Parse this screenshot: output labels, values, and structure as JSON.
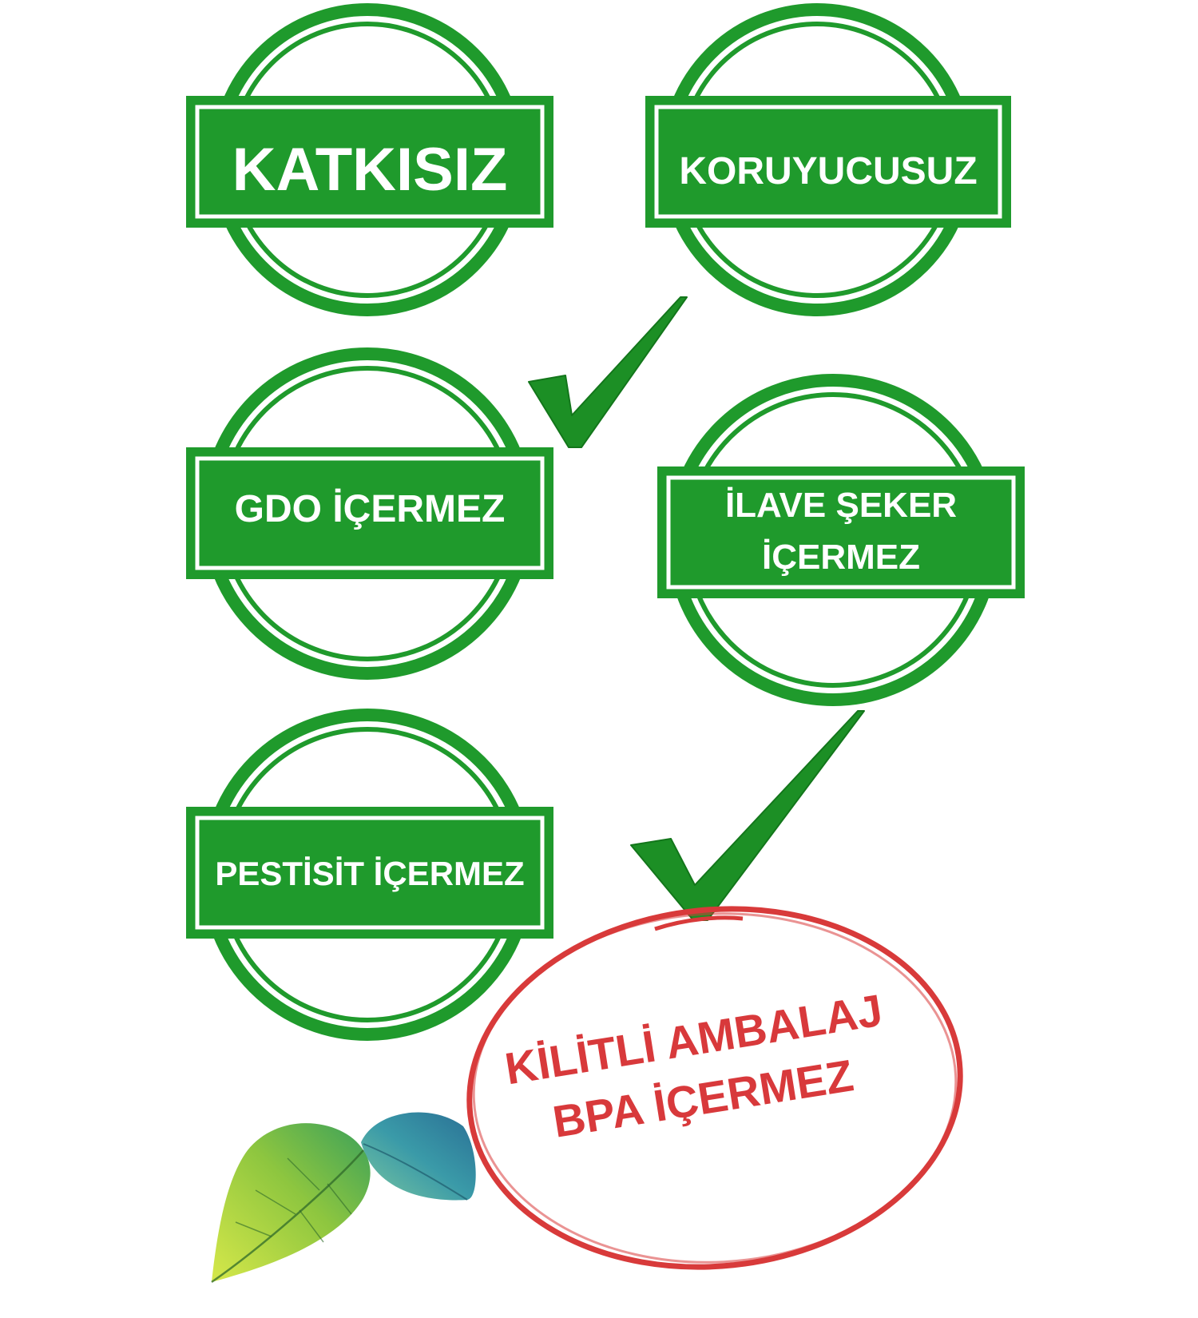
{
  "colors": {
    "stamp_green": "#1f9a2c",
    "check_green": "#1c8f25",
    "red_ring": "#d83a3a",
    "red_text": "#d8393b",
    "leaf_green": "#8ec63f",
    "leaf_teal": "#3a9aa8",
    "background": "#ffffff"
  },
  "stamps": [
    {
      "id": "katkisiz",
      "lines": [
        "KATKISIZ"
      ]
    },
    {
      "id": "koruyucusuz",
      "lines": [
        "KORUYUCUSUZ"
      ]
    },
    {
      "id": "gdo",
      "lines": [
        "GDO İÇERMEZ"
      ]
    },
    {
      "id": "ilave-seker",
      "lines": [
        "İLAVE ŞEKER",
        "İÇERMEZ"
      ]
    },
    {
      "id": "pestisit",
      "lines": [
        "PESTİSİT İÇERMEZ"
      ]
    }
  ],
  "checkmarks": [
    {
      "icon": "checkmark-icon"
    },
    {
      "icon": "checkmark-icon"
    }
  ],
  "red_badge": {
    "lines": [
      "KİLİTLİ AMBALAJ",
      "BPA İÇERMEZ"
    ]
  },
  "decor": {
    "leaves_icon": "leaves-icon"
  }
}
